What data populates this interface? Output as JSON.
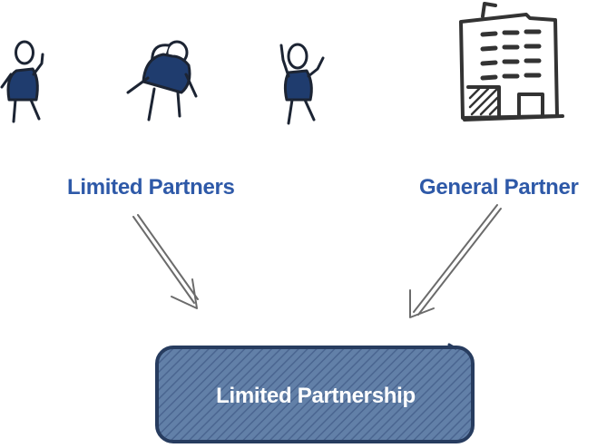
{
  "labels": {
    "limited_partners": "Limited Partners",
    "general_partner": "General Partner",
    "limited_partnership": "Limited Partnership"
  },
  "colors": {
    "label_blue": "#2e59a8",
    "figure_navy": "#1f3c6e",
    "outline": "#1c2433",
    "arrow_gray": "#6b6b6b",
    "building_gray": "#333333",
    "box_fill": "#5e7ba3",
    "box_hatch": "#4e6890",
    "box_border": "#273c5f",
    "box_text": "#ffffff"
  },
  "icons": [
    "stick-figure-icon",
    "stick-figure-icon",
    "stick-figure-icon",
    "building-icon",
    "arrow-icon"
  ]
}
